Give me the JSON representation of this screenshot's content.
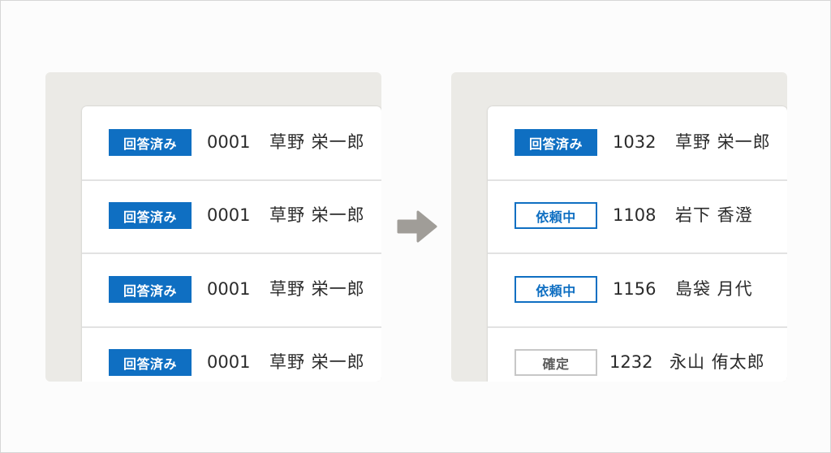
{
  "colors": {
    "accent": "#0f6fc2",
    "panel_background": "#ebeae6",
    "confirmed_border": "#c7c7c7",
    "arrow": "#a09d98"
  },
  "left_list": {
    "rows": [
      {
        "status": "回答済み",
        "status_type": "answered",
        "code": "0001",
        "name": "草野 栄一郎"
      },
      {
        "status": "回答済み",
        "status_type": "answered",
        "code": "0001",
        "name": "草野 栄一郎"
      },
      {
        "status": "回答済み",
        "status_type": "answered",
        "code": "0001",
        "name": "草野 栄一郎"
      },
      {
        "status": "回答済み",
        "status_type": "answered",
        "code": "0001",
        "name": "草野 栄一郎"
      }
    ]
  },
  "transition_arrow": {
    "icon": "arrow-right-icon"
  },
  "right_list": {
    "rows": [
      {
        "status": "回答済み",
        "status_type": "answered",
        "code": "1032",
        "name": "草野 栄一郎"
      },
      {
        "status": "依頼中",
        "status_type": "pending",
        "code": "1108",
        "name": "岩下 香澄"
      },
      {
        "status": "依頼中",
        "status_type": "pending",
        "code": "1156",
        "name": "島袋 月代"
      },
      {
        "status": "確定",
        "status_type": "confirmed",
        "code": "1232",
        "name": "永山 侑太郎"
      }
    ]
  }
}
